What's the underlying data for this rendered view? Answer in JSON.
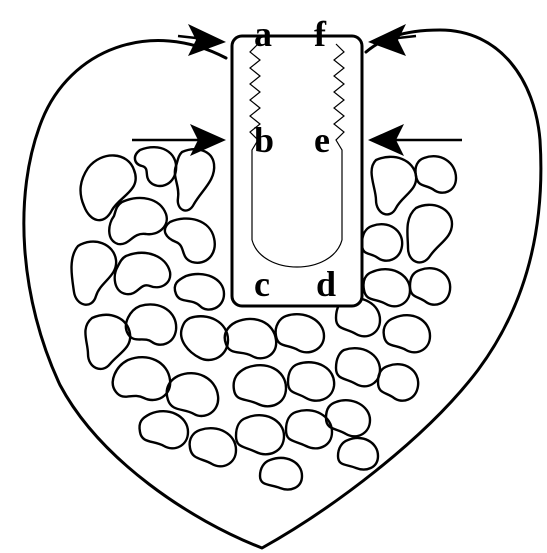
{
  "labels": {
    "a": "a",
    "b": "b",
    "c": "c",
    "d": "d",
    "e": "e",
    "f": "f"
  }
}
